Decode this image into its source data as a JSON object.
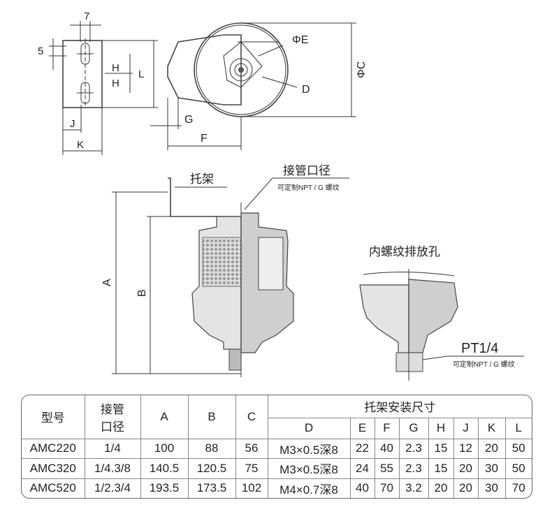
{
  "bracket_view": {
    "dim_7": "7",
    "dim_5": "5",
    "dim_h1": "H",
    "dim_h2": "H",
    "dim_l": "L",
    "dim_j": "J",
    "dim_k": "K"
  },
  "side_view": {
    "dim_e": "ΦE",
    "dim_d": "D",
    "dim_c": "ΦC",
    "dim_g": "G",
    "dim_f": "F"
  },
  "section_view": {
    "bracket_label": "托架",
    "port_label": "接管口径",
    "port_note": "可定制NPT / G 螺纹",
    "dim_a": "A",
    "dim_b": "B"
  },
  "drain_view": {
    "title": "内螺纹排放孔",
    "thread": "PT1/4",
    "thread_note": "可定制NPT / G 螺纹"
  },
  "table": {
    "headers": {
      "model": "型号",
      "port": "接管口径",
      "port_line1": "接管",
      "port_line2": "口径",
      "a": "A",
      "b": "B",
      "c": "C",
      "bracket_group": "托架安装尺寸",
      "sub": [
        "D",
        "E",
        "F",
        "G",
        "H",
        "J",
        "K",
        "L"
      ]
    },
    "rows": [
      {
        "model": "AMC220",
        "port": "1/4",
        "a": "100",
        "b": "88",
        "c": "56",
        "d": "M3×0.5深8",
        "e": "22",
        "f": "40",
        "g": "2.3",
        "h": "15",
        "j": "12",
        "k": "20",
        "l": "50"
      },
      {
        "model": "AMC320",
        "port": "1/4.3/8",
        "a": "140.5",
        "b": "120.5",
        "c": "75",
        "d": "M3×0.5深8",
        "e": "24",
        "f": "55",
        "g": "2.3",
        "h": "15",
        "j": "20",
        "k": "30",
        "l": "50"
      },
      {
        "model": "AMC520",
        "port": "1/2.3/4",
        "a": "193.5",
        "b": "173.5",
        "c": "102",
        "d": "M4×0.7深8",
        "e": "40",
        "f": "70",
        "g": "3.2",
        "h": "20",
        "j": "20",
        "k": "30",
        "l": "70"
      }
    ]
  }
}
